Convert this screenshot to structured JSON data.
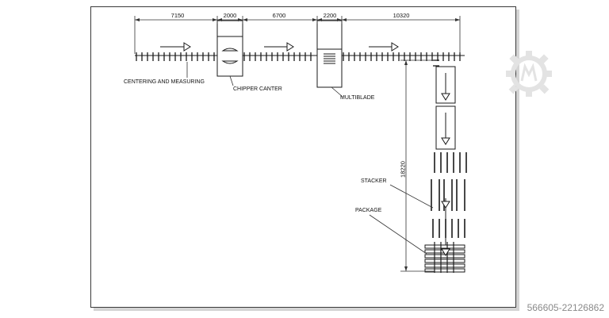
{
  "dimensions": {
    "seg1": "7150",
    "seg2": "2000",
    "seg3": "6700",
    "seg4": "2200",
    "seg5": "10320",
    "vertical": "18220"
  },
  "labels": {
    "centering": "CENTERING AND MEASURING",
    "chipper": "CHIPPER CANTER",
    "multiblade": "MULTIBLADE",
    "stacker": "STACKER",
    "package": "PACKAGE"
  },
  "watermark": {
    "listing_id": "566605-22126862",
    "logo_icon": "gear-logo-icon"
  }
}
